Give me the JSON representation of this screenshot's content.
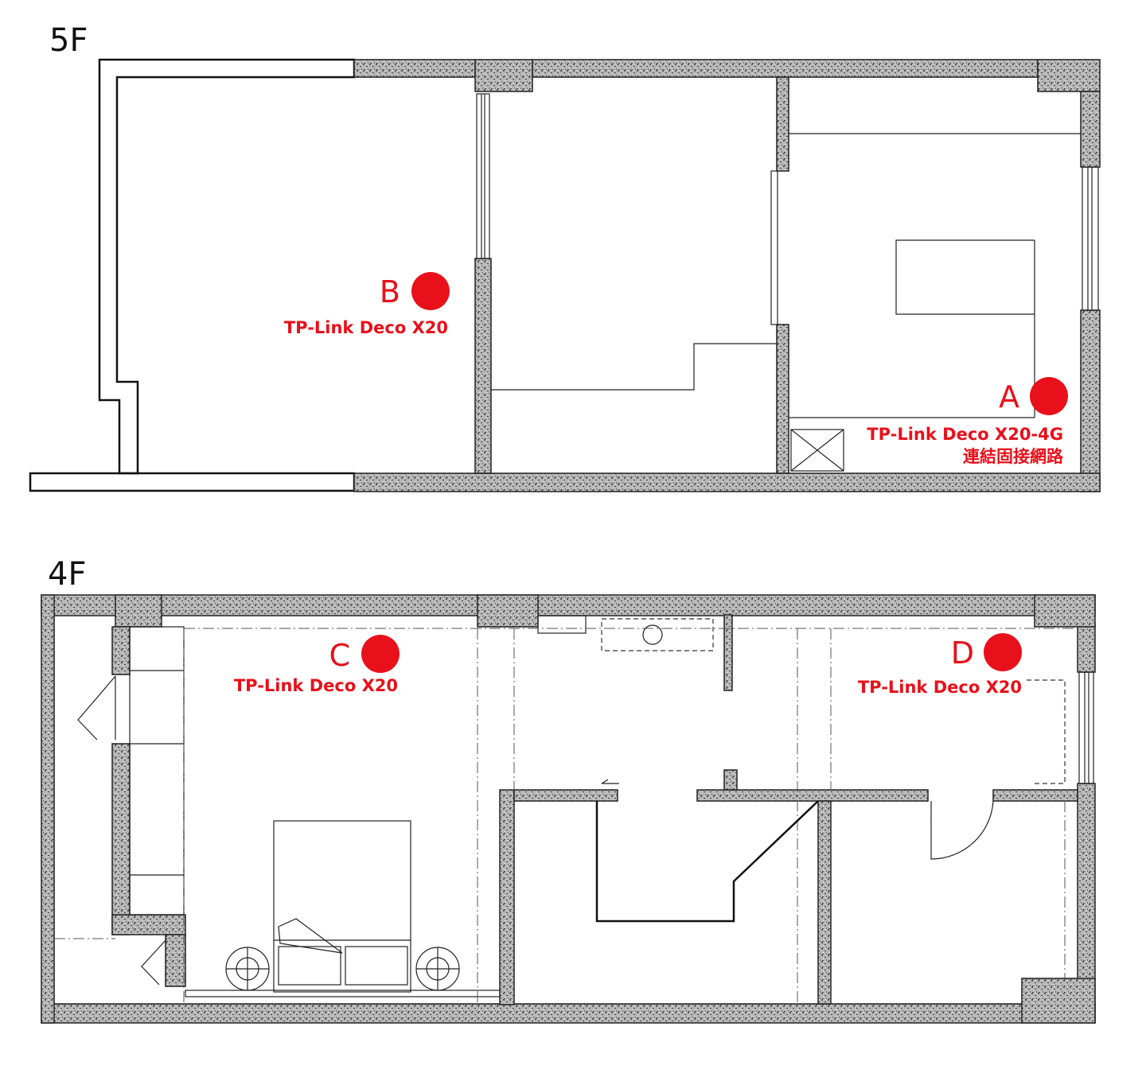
{
  "floors": [
    {
      "label": "5F",
      "access_points": [
        {
          "letter": "A",
          "model": "TP-Link Deco X20-4G",
          "note": "連結固接網路"
        },
        {
          "letter": "B",
          "model": "TP-Link Deco X20",
          "note": ""
        }
      ]
    },
    {
      "label": "4F",
      "access_points": [
        {
          "letter": "C",
          "model": "TP-Link Deco X20",
          "note": ""
        },
        {
          "letter": "D",
          "model": "TP-Link Deco X20",
          "note": ""
        }
      ]
    }
  ],
  "colors": {
    "marker": "#e8101a",
    "wall": "#8a8a8a",
    "line": "#111111"
  }
}
